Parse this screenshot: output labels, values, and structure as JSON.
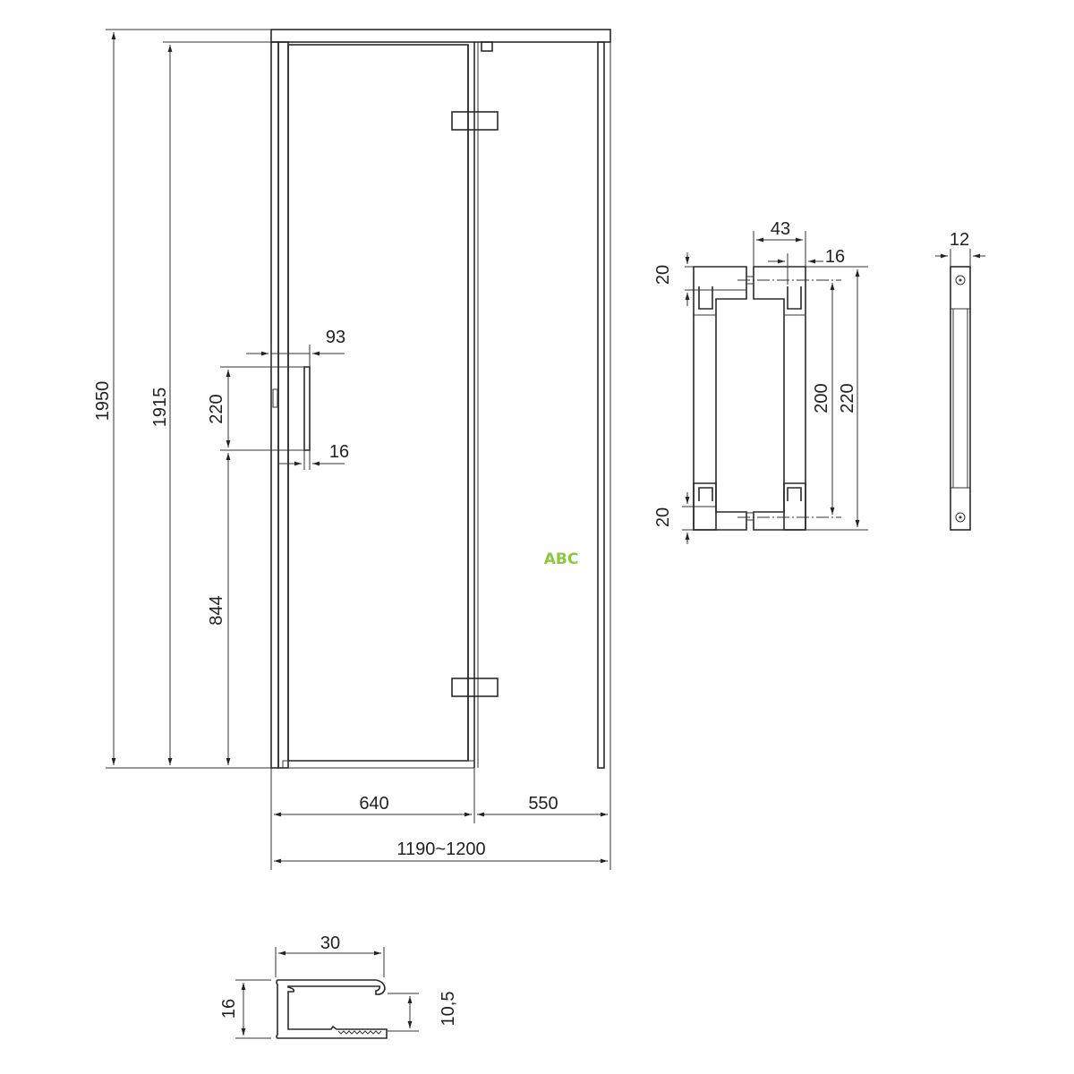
{
  "watermark": {
    "text": "ABC",
    "color": "#8cc63f"
  },
  "front_view": {
    "height_total": "1950",
    "height_door": "1915",
    "handle_height": "220",
    "handle_floor": "844",
    "handle_offset": "93",
    "handle_depth": "16",
    "door_width": "640",
    "fixed_width": "550",
    "total_width": "1190~1200"
  },
  "handle_detail": {
    "spacing": "43",
    "depth": "16",
    "top_block": "20",
    "bottom_block": "20",
    "center_distance": "200",
    "overall_length": "220",
    "side_width": "12"
  },
  "profile": {
    "width": "30",
    "height": "16",
    "inner_height": "10,5"
  }
}
